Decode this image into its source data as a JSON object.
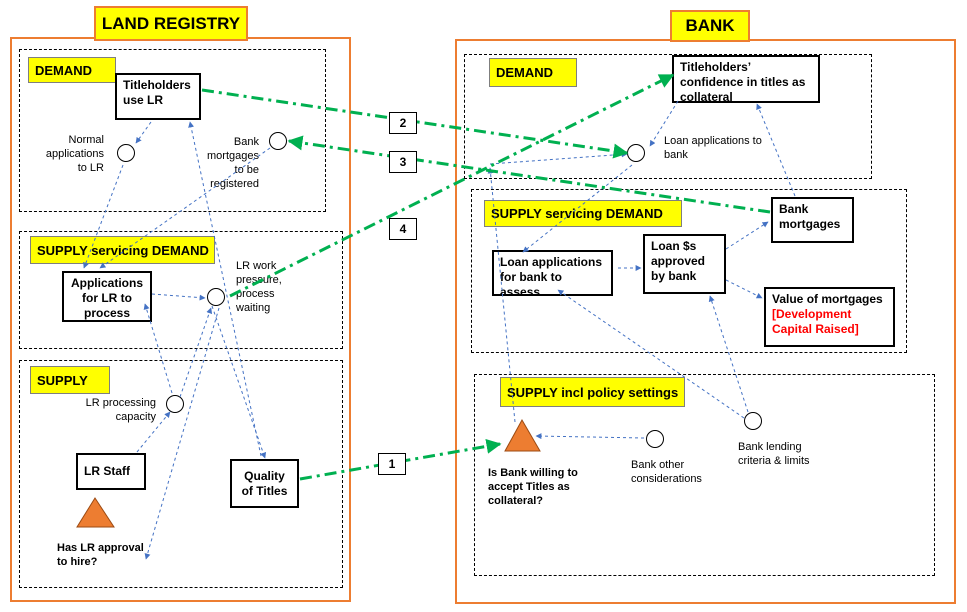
{
  "land_registry": {
    "title": "LAND REGISTRY",
    "demand_label": "DEMAND",
    "supply_servicing_label": "SUPPLY servicing DEMAND",
    "supply_label": "SUPPLY",
    "titleholders_use_lr": "Titleholders use LR",
    "normal_applications": "Normal applications to LR",
    "bank_mortgages_registered": "Bank mortgages to be registered",
    "applications_for_lr": "Applications for LR to process",
    "lr_work_pressure": "LR work pressure, process waiting",
    "lr_processing_capacity": "LR processing capacity",
    "lr_staff": "LR Staff",
    "quality_of_titles": "Quality of Titles",
    "has_lr_approval": "Has LR approval to hire?"
  },
  "bank": {
    "title": "BANK",
    "demand_label": "DEMAND",
    "supply_servicing_label": "SUPPLY servicing DEMAND",
    "supply_policy_label": "SUPPLY incl policy settings",
    "titleholders_confidence": "Titleholders’ confidence in titles as collateral",
    "loan_applications_to_bank": "Loan applications to bank",
    "bank_mortgages": "Bank mortgages",
    "loan_applications_assess": "Loan applications for bank to assess",
    "loan_approved": "Loan $s approved by bank",
    "value_of_mortgages": "Value of mortgages",
    "development_capital": "[Development Capital Raised]",
    "bank_willing": "Is Bank willing to accept Titles as collateral?",
    "bank_other": "Bank other considerations",
    "bank_lending": "Bank lending criteria & limits"
  },
  "links": [
    "1",
    "2",
    "3",
    "4"
  ],
  "colors": {
    "orange": "#ED7D31",
    "yellow": "#FFFF00",
    "green": "#00B050",
    "blue": "#4472C4",
    "red": "#FF0000"
  }
}
